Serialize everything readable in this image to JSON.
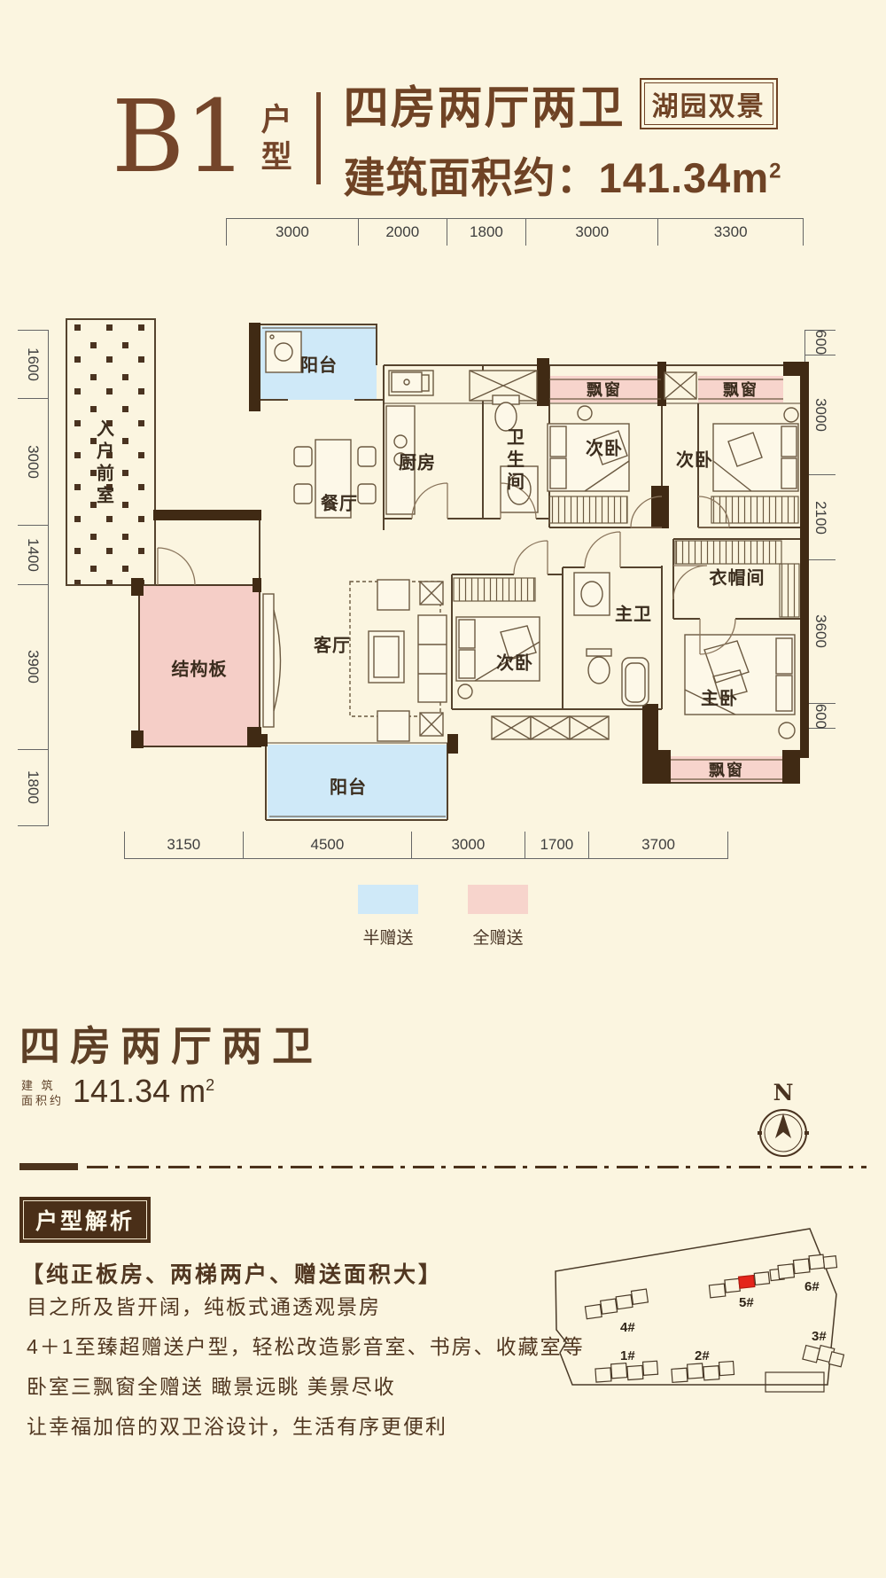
{
  "header": {
    "plan_code": "B1",
    "plan_type_label": "户型",
    "title": "四房两厅两卫",
    "badge": "湖园双景",
    "area_label": "建筑面积约：",
    "area_value": "141.34",
    "area_unit_base": "m",
    "area_unit_exp": "2"
  },
  "plan": {
    "dims_top": [
      "3000",
      "2000",
      "1800",
      "3000",
      "3300"
    ],
    "dims_left": [
      "1600",
      "3000",
      "1400",
      "3900",
      "1800"
    ],
    "dims_right": [
      "600",
      "3000",
      "2100",
      "3600",
      "600"
    ],
    "dims_bottom": [
      "3150",
      "4500",
      "3000",
      "1700",
      "3700"
    ],
    "rooms": {
      "entry": "入户前室",
      "balcony_top": "阳台",
      "dining": "餐厅",
      "kitchen": "厨房",
      "bathroom": "卫生间",
      "bedroom_top_left": "次卧",
      "bedroom_top_right": "次卧",
      "bedroom_middle": "次卧",
      "bay_window_1": "飘窗",
      "bay_window_2": "飘窗",
      "bay_window_3": "飘窗",
      "closet": "衣帽间",
      "living": "客厅",
      "slab": "结构板",
      "master_bath": "主卫",
      "master_bedroom": "主卧",
      "balcony_bottom": "阳台"
    }
  },
  "legend": {
    "items": [
      {
        "label": "半赠送",
        "color": "#cfe9f8"
      },
      {
        "label": "全赠送",
        "color": "#f7d4cc"
      }
    ]
  },
  "summary": {
    "title": "四房两厅两卫",
    "area_label_line1": "建 筑",
    "area_label_line2": "面积约",
    "area_value": "141.34",
    "area_unit_base": "m",
    "area_unit_exp": "2",
    "compass_label": "N"
  },
  "analysis": {
    "badge": "户型解析",
    "headline": "【纯正板房、两梯两户、赠送面积大】",
    "lines": [
      "目之所及皆开阔，纯板式通透观景房",
      "4＋1至臻超赠送户型，轻松改造影音室、书房、收藏室等",
      "卧室三飘窗全赠送 瞰景远眺 美景尽收",
      "让幸福加倍的双卫浴设计，生活有序更便利"
    ]
  },
  "site": {
    "buildings": [
      "1#",
      "2#",
      "3#",
      "4#",
      "5#",
      "6#"
    ],
    "highlighted_building": "5#"
  },
  "colors": {
    "background": "#fbf5e0",
    "brand_brown": "#6f4325",
    "wall_dark": "#402a14",
    "half_gift_blue": "#cfe9f8",
    "full_gift_pink": "#f7d4cc",
    "highlight_red": "#e4251b"
  }
}
